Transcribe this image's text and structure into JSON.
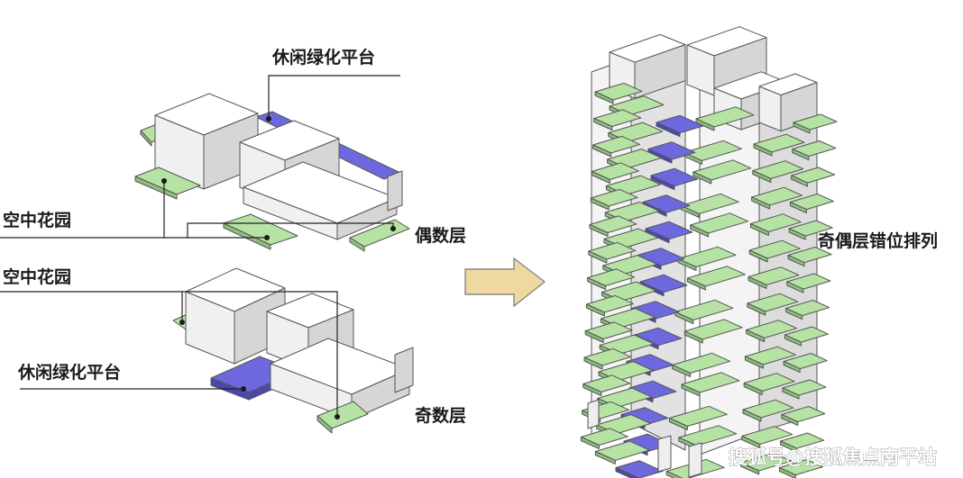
{
  "labels": {
    "leisure_platform_top": "休闲绿化平台",
    "sky_garden_top": "空中花园",
    "even_floor": "偶数层",
    "sky_garden_bottom": "空中花园",
    "leisure_platform_bottom": "休闲绿化平台",
    "odd_floor": "奇数层",
    "staggered_arrangement": "奇偶层错位排列"
  },
  "watermark": "搜狐号@搜狐焦点南平站",
  "colors": {
    "building_top": "#ffffff",
    "building_left": "#f0f0f0",
    "building_right": "#d6d6d6",
    "garden_top": "#b6e3a4",
    "garden_side": "#8fbf80",
    "platform_top": "#6d68dd",
    "platform_side": "#4b47b0",
    "arrow_fill": "#efd9a0",
    "arrow_stroke": "#888888"
  },
  "icons": {
    "transition_arrow": "right-arrow-icon"
  }
}
